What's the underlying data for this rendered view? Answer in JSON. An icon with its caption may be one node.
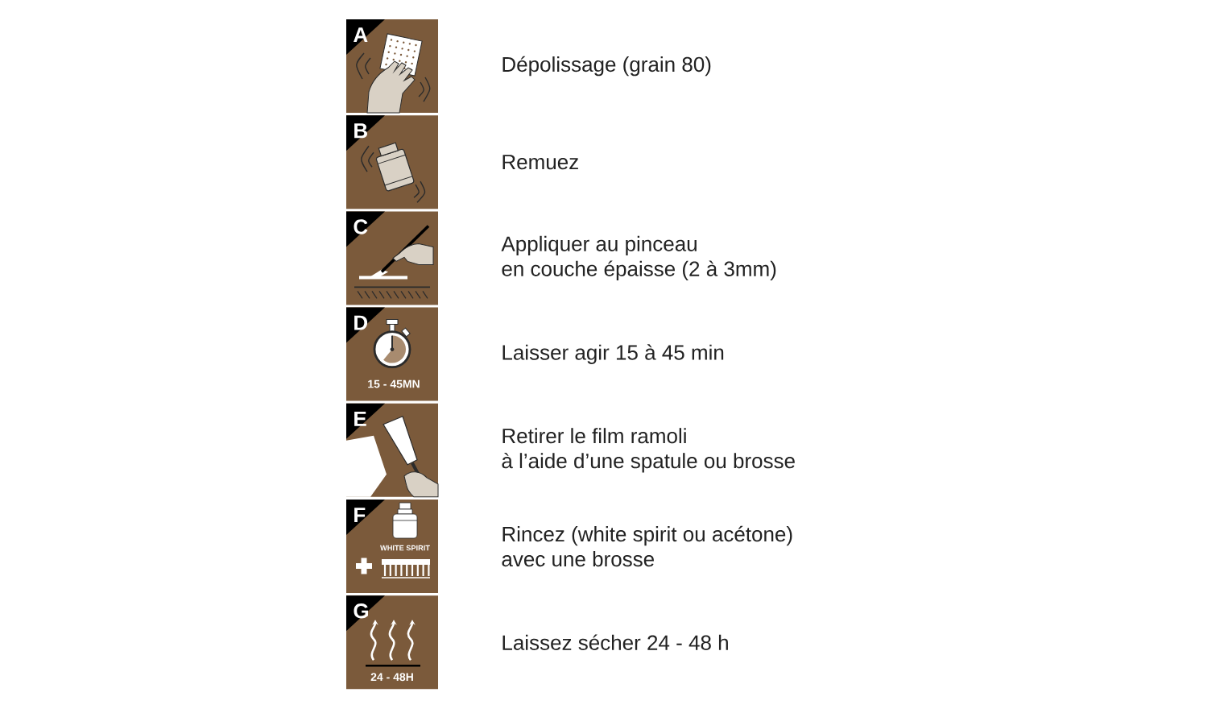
{
  "diagram": {
    "nodes": [
      {
        "text": [
          "A"
        ],
        "beside": [
          "Dépolissage (grain 80)"
        ]
      },
      {
        "text": [
          "B"
        ],
        "beside": [
          "Remuez"
        ]
      },
      {
        "text": [
          "C"
        ],
        "beside": [
          "Appliquer au pinceau en couche épaisse (2 à 3mm)"
        ]
      },
      {
        "text": [
          "D",
          "15 - 45MN"
        ],
        "beside": [
          "Laisser agir 15 à 45 min"
        ]
      },
      {
        "text": [
          "E"
        ],
        "beside": [
          "Retirer le film ramoli à l’aide d’une spatule ou brosse"
        ]
      },
      {
        "text": [
          "F",
          "WHITE SPIRIT"
        ],
        "beside": [
          "Rincez (white spirit ou acétone) avec une brosse"
        ]
      },
      {
        "text": [
          "G",
          "24 - 48H"
        ],
        "beside": [
          "Laissez sécher 24 - 48 h"
        ]
      }
    ]
  }
}
